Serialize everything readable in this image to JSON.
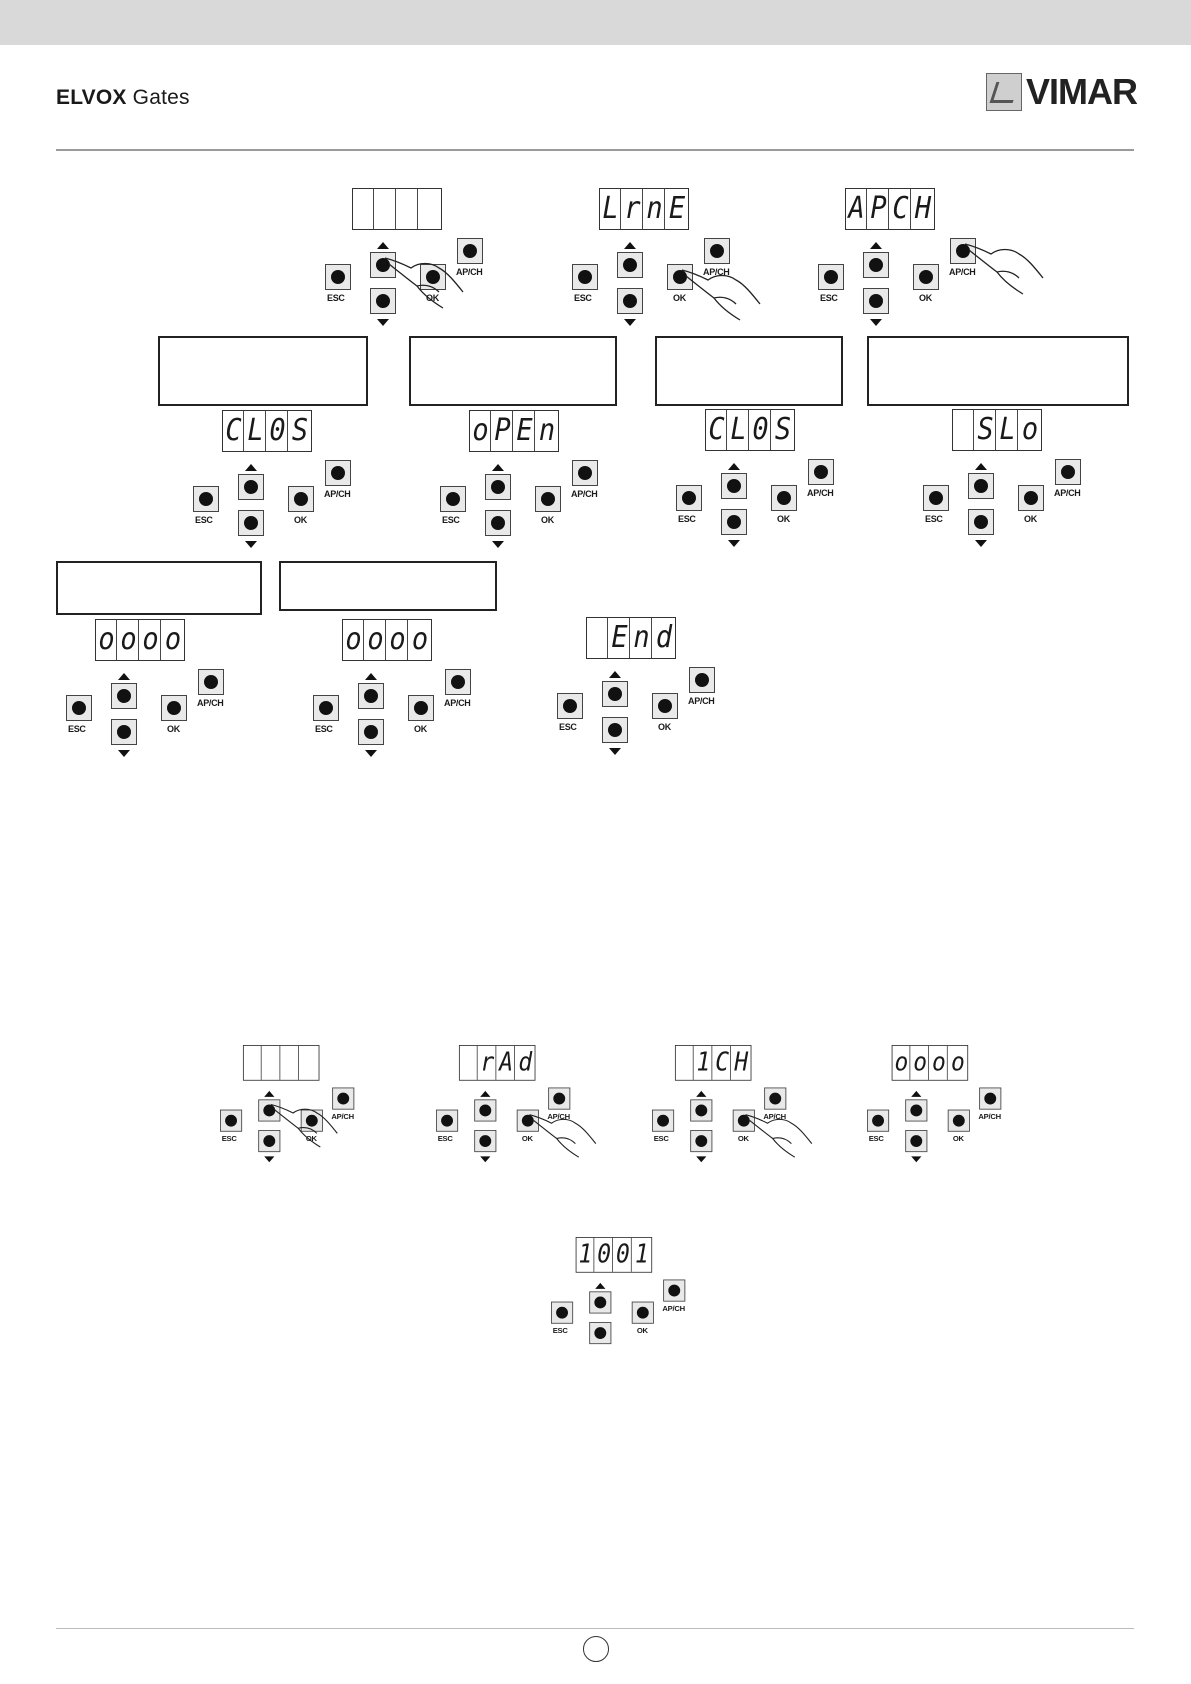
{
  "header": {
    "brand_bold": "ELVOX",
    "brand_rest": " Gates",
    "logo_text": "VIMAR"
  },
  "keys": {
    "esc": "ESC",
    "ok": "OK",
    "apch": "AP/CH"
  },
  "displays": {
    "u1": [
      "",
      "",
      "",
      ""
    ],
    "u2": [
      "L",
      "r",
      "n",
      "E"
    ],
    "u3": [
      "A",
      "P",
      "C",
      "H"
    ],
    "u4": [
      "C",
      "L",
      "0",
      "S"
    ],
    "u5": [
      "o",
      "P",
      "E",
      "n"
    ],
    "u6": [
      "C",
      "L",
      "0",
      "S"
    ],
    "u7": [
      "",
      "S",
      "L",
      "o"
    ],
    "u8": [
      "o",
      "o",
      "o",
      "o"
    ],
    "u9": [
      "o",
      "o",
      "o",
      "o"
    ],
    "u10": [
      "",
      "E",
      "n",
      "d"
    ],
    "u11": [
      "",
      "",
      "",
      ""
    ],
    "u12": [
      "",
      "r",
      "A",
      "d"
    ],
    "u13": [
      "",
      "1",
      "C",
      "H"
    ],
    "u14": [
      "o",
      "o",
      "o",
      "o"
    ],
    "u15": [
      "1",
      "0",
      "0",
      "1"
    ]
  }
}
